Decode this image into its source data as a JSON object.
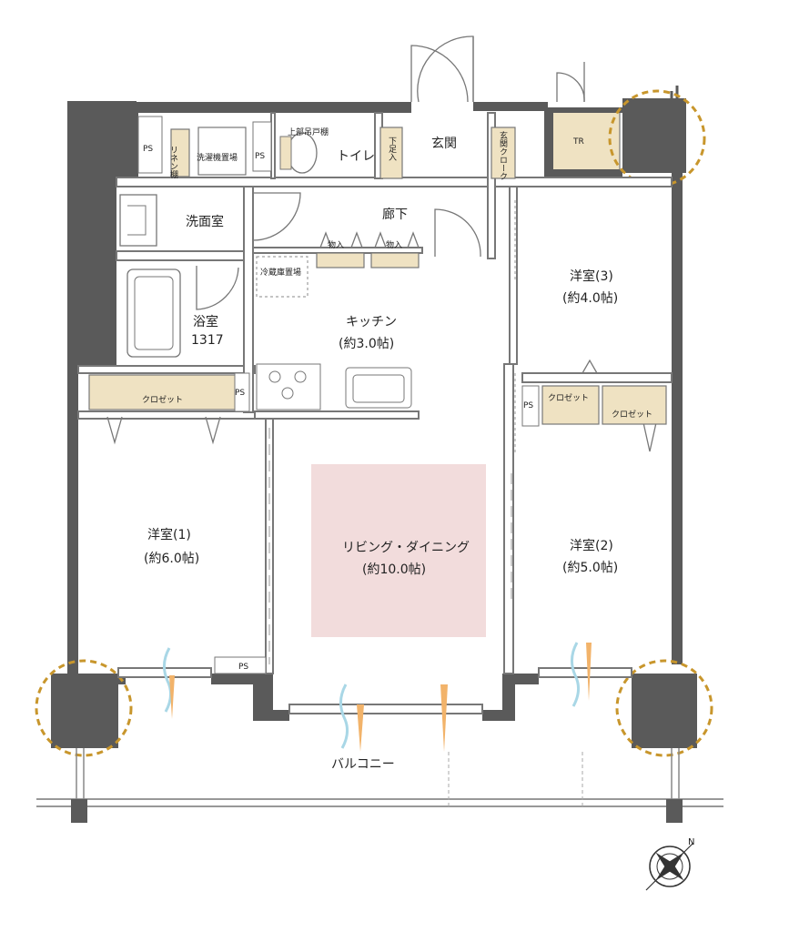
{
  "rooms": {
    "western1": {
      "name": "洋室(1)",
      "size": "(約6.0帖)"
    },
    "western2": {
      "name": "洋室(2)",
      "size": "(約5.0帖)"
    },
    "western3": {
      "name": "洋室(3)",
      "size": "(約4.0帖)"
    },
    "kitchen": {
      "name": "キッチン",
      "size": "(約3.0帖)"
    },
    "living": {
      "name": "リビング・ダイニング",
      "size": "(約10.0帖)"
    },
    "washroom": {
      "name": "洗面室"
    },
    "bathroom": {
      "name": "浴室",
      "size": "1317"
    },
    "toilet": {
      "name": "トイレ"
    },
    "entrance": {
      "name": "玄関"
    },
    "hallway": {
      "name": "廊下"
    },
    "balcony": {
      "name": "バルコニー"
    }
  },
  "fixtures": {
    "ps": "PS",
    "tr": "TR",
    "closet": "クロゼット",
    "storage": "物入",
    "linen": "リネン棚",
    "washer": "洗濯機置場",
    "upper_cabinet": "上部吊戸棚",
    "shoe_low": "下足入",
    "entrance_cloak": "玄関クローク",
    "fridge": "冷蔵庫置場",
    "compass_n": "N"
  },
  "colors": {
    "wall": "#5a5a5a",
    "living_highlight": "#f2dcdc",
    "storage_fill": "#efe2c2",
    "column_ring": "#c8962c",
    "airflow_blue": "#a9d7e6",
    "airflow_orange": "#f2b36a"
  }
}
